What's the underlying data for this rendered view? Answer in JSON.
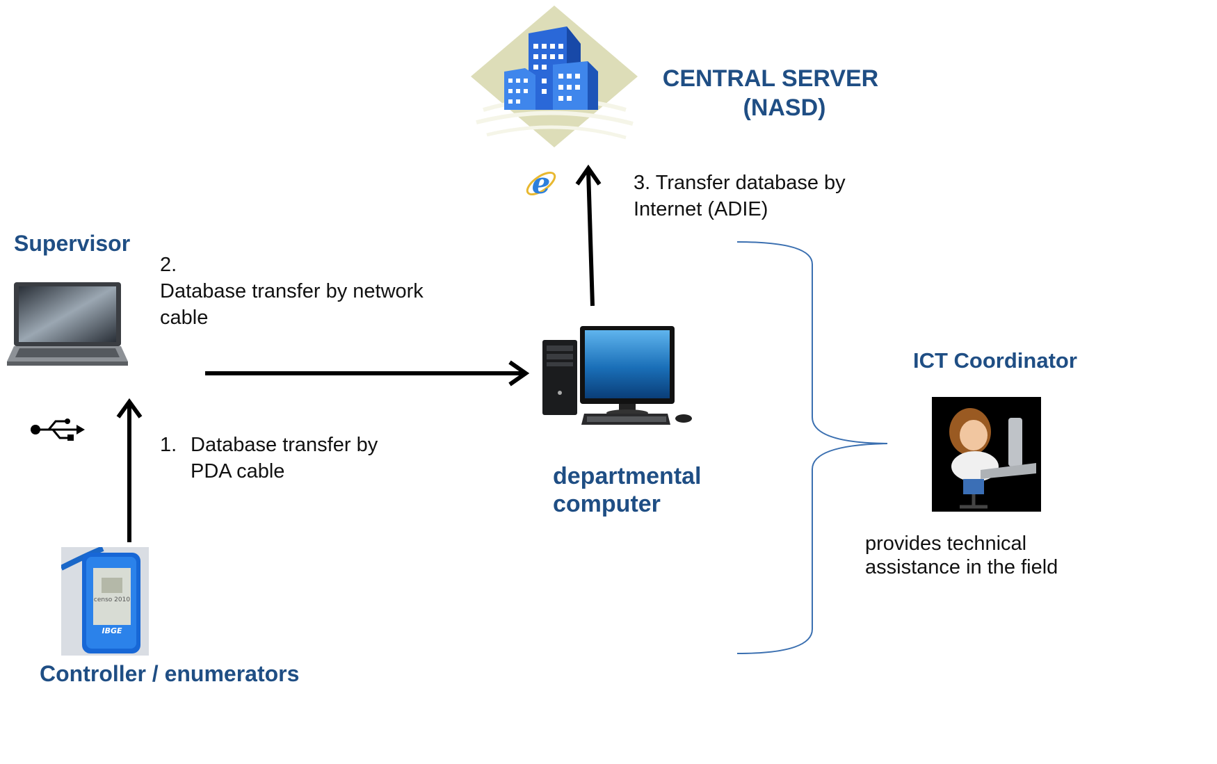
{
  "colors": {
    "title_blue": "#1f4e84",
    "arrow": "#000000",
    "bracket": "#3a6fb0"
  },
  "central_server": {
    "title_line1": "CENTRAL SERVER",
    "title_line2": "(NASD)",
    "icon": "office-building-icon"
  },
  "supervisor": {
    "title": "Supervisor",
    "icon": "laptop-icon"
  },
  "departmental": {
    "title_line1": "departmental",
    "title_line2": "computer",
    "icon": "desktop-computer-icon"
  },
  "controller": {
    "title": "Controller / enumerators",
    "icon": "pda-device-icon",
    "device_text_1": "censo 2010",
    "device_text_2": "IBGE"
  },
  "ict": {
    "title": "ICT Coordinator",
    "icon": "technician-at-computer-icon",
    "desc_line1": "provides technical",
    "desc_line2": "assistance in the field"
  },
  "steps": {
    "step1_num": "1.",
    "step1_line1": "Database transfer by",
    "step1_line2": "PDA cable",
    "step2_num": "2.",
    "step2_line1": "Database transfer by network",
    "step2_line2": "cable",
    "step3_line1": "3. Transfer database  by",
    "step3_line2": "Internet  (ADIE)"
  },
  "icons": {
    "usb": "usb-symbol-icon",
    "internet": "internet-explorer-icon"
  }
}
